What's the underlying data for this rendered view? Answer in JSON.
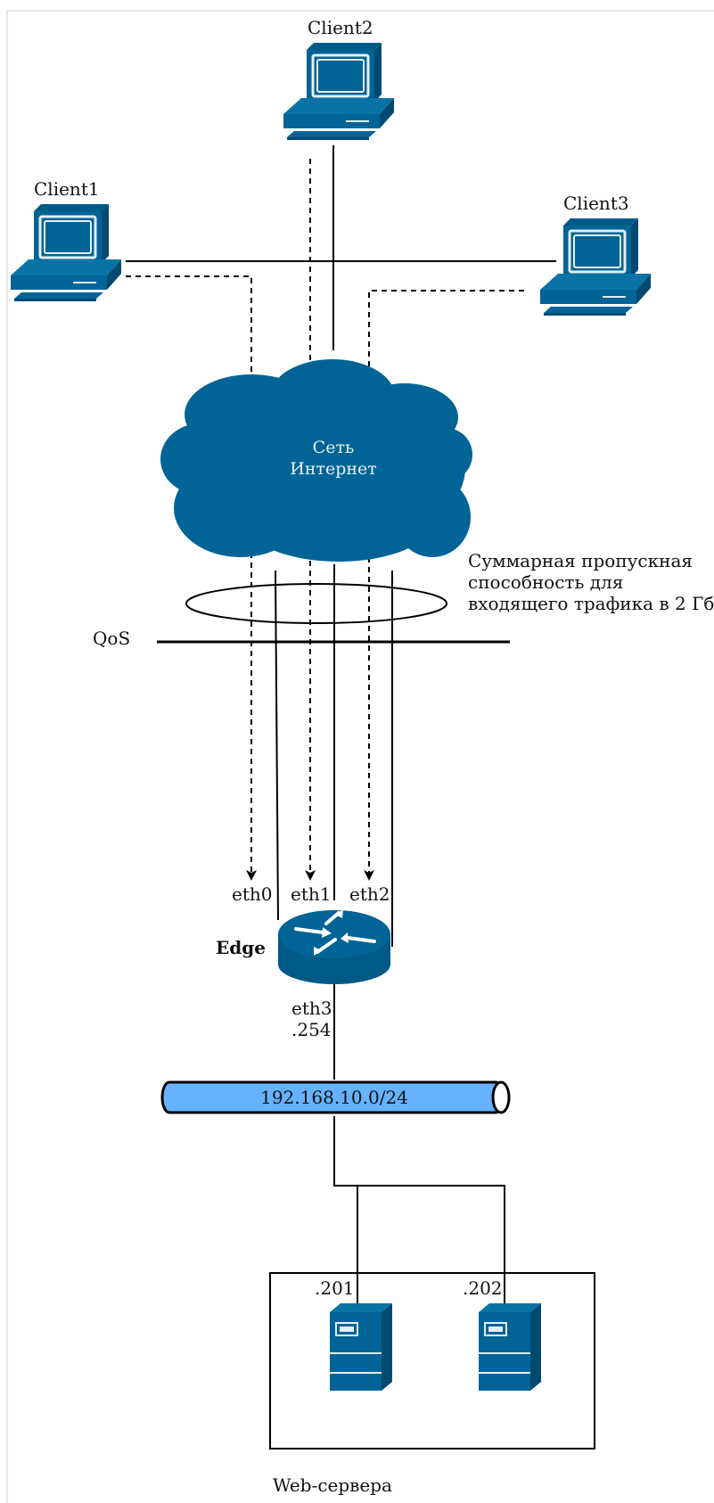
{
  "clients": [
    {
      "label": "Client1"
    },
    {
      "label": "Client2"
    },
    {
      "label": "Client3"
    }
  ],
  "cloud": {
    "line1": "Сеть",
    "line2": "Интернет"
  },
  "bandwidth_note": {
    "line1": "Суммарная пропускная",
    "line2": "способность для",
    "line3": "входящего трафика в 2 Гб"
  },
  "qos_label": "QoS",
  "router": {
    "label": "Edge",
    "ifaces": {
      "eth0": "eth0",
      "eth1": "eth1",
      "eth2": "eth2",
      "eth3": "eth3"
    },
    "eth3_ip": ".254"
  },
  "subnet": {
    "label": "192.168.10.0/24"
  },
  "servers": [
    {
      "ip": ".201"
    },
    {
      "ip": ".202"
    }
  ],
  "servers_group_label": "Web-сервера",
  "colors": {
    "device_blue": "#006496",
    "subnet_fill": "#66b2ff",
    "line": "#000000"
  },
  "icons": {
    "client": "desktop-computer-icon",
    "cloud": "cloud-icon",
    "router": "router-icon",
    "server": "server-tower-icon"
  }
}
